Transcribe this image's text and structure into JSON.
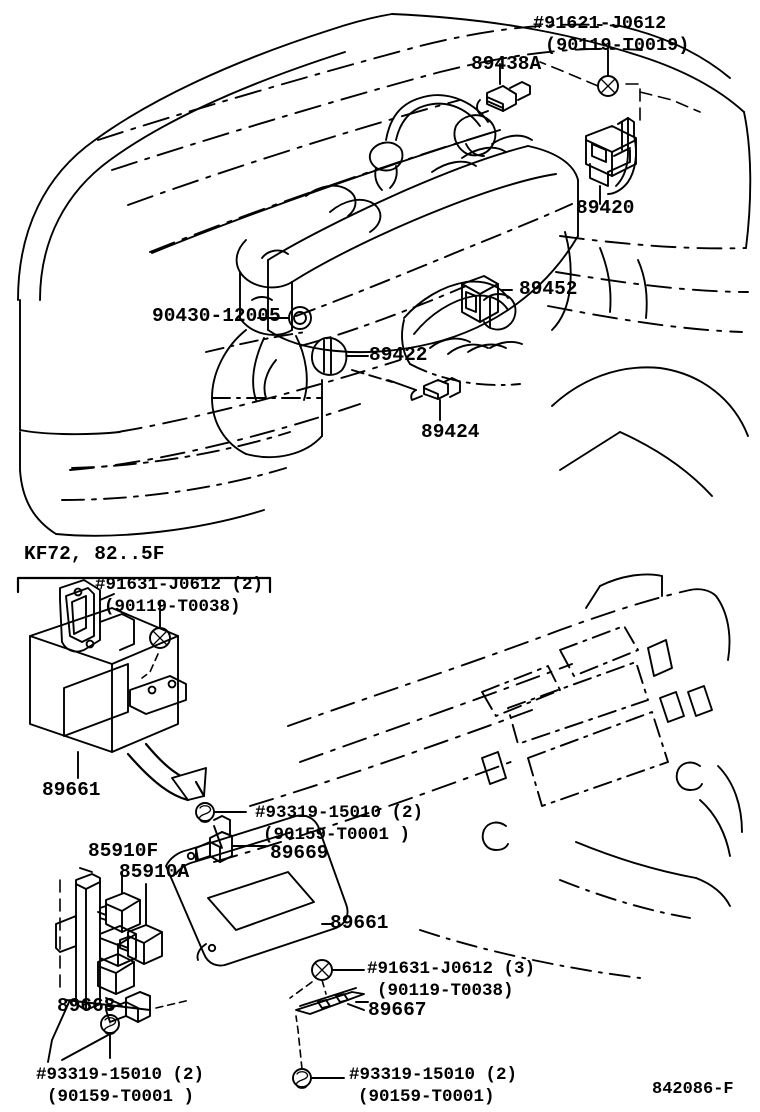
{
  "figure": {
    "number": "842086-F",
    "section_title": "KF72, 82..5F"
  },
  "labels": {
    "top_bolt_main": "#91621-J0612",
    "top_bolt_alt": "(90119-T0019)",
    "sensor_89438a": "89438A",
    "part_89420": "89420",
    "part_90430": "90430-12005",
    "part_89452": "89452",
    "part_89422": "89422",
    "part_89424": "89424",
    "ecu_bolt_main": "#91631-J0612 (2)",
    "ecu_bolt_alt": "(90119-T0038)",
    "ecu_89661_top": "89661",
    "bracket_screw_main": "#93319-15010 (2)",
    "bracket_screw_alt": "(90159-T0001 )",
    "part_89669": "89669",
    "relay_85910f": "85910F",
    "relay_85910a": "85910A",
    "part_89668": "89668",
    "ecu_89661_bottom": "89661",
    "ecu_bolt3_main": "#91631-J0612 (3)",
    "ecu_bolt3_alt": "(90119-T0038)",
    "part_89667": "89667",
    "bl_screw_main": "#93319-15010 (2)",
    "bl_screw_alt": "(90159-T0001 )",
    "bc_screw_main": "#93319-15010 (2)",
    "bc_screw_alt": "(90159-T0001)"
  },
  "callout_marks": {
    "b_top": "B",
    "b_ecu_top": "B",
    "s_mid": "S",
    "b_ecu_bottom": "B",
    "s_bottom_left": "S",
    "s_bottom_center": "S"
  },
  "colors": {
    "line": "#000000",
    "background": "#ffffff"
  }
}
